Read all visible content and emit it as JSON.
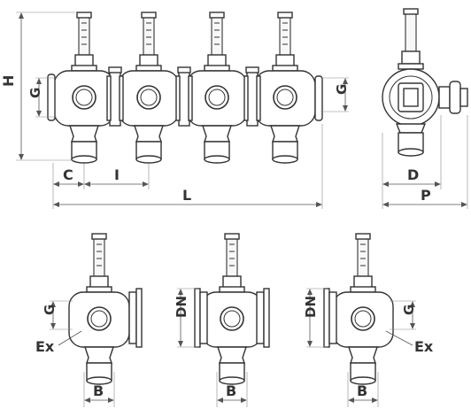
{
  "labels": {
    "H": "H",
    "G": "G",
    "C": "C",
    "I": "I",
    "L": "L",
    "D": "D",
    "P": "P",
    "DN": "DN",
    "Ex": "Ex",
    "B": "B"
  },
  "colors": {
    "line": "#333333",
    "dimension": "#555555",
    "background": "#ffffff"
  }
}
